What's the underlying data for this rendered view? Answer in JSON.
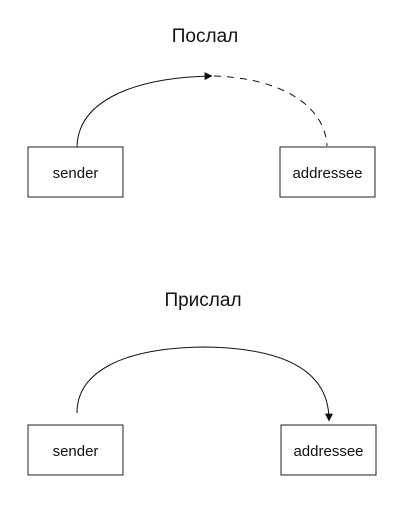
{
  "diagram": {
    "top": {
      "title": "Послал",
      "sender_label": "sender",
      "addressee_label": "addressee",
      "arrow_style": "solid arc to midpoint, dashed continuation to addressee"
    },
    "bottom": {
      "title": "Прислал",
      "sender_label": "sender",
      "addressee_label": "addressee",
      "arrow_style": "solid arc from sender to addressee"
    }
  }
}
